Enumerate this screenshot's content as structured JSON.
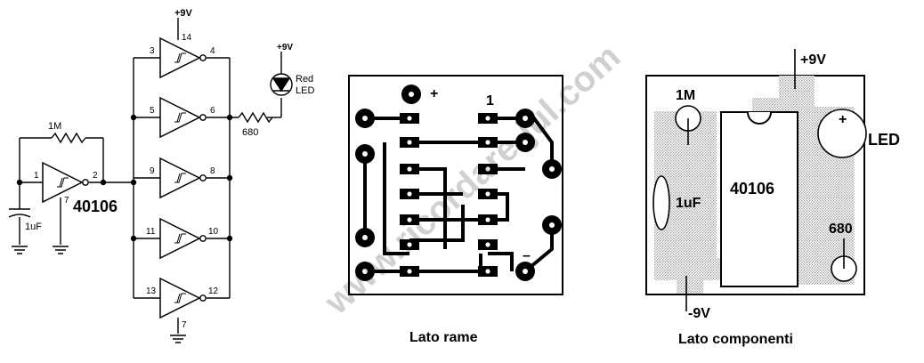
{
  "schematic": {
    "supply_top": "+9V",
    "supply_led": "+9V",
    "resistor_feedback": "1M",
    "resistor_led": "680",
    "capacitor": "1uF",
    "ic_label": "40106",
    "led_label_line1": "Red",
    "led_label_line2": "LED",
    "pins": {
      "p1": "1",
      "p2": "2",
      "p7a": "7",
      "p3": "3",
      "p4": "4",
      "p5": "5",
      "p6": "6",
      "p9": "9",
      "p8": "8",
      "p11": "11",
      "p10": "10",
      "p13": "13",
      "p12": "12",
      "p14": "14",
      "p7b": "7"
    }
  },
  "copper_side": {
    "caption": "Lato rame",
    "plus": "+",
    "minus": "–",
    "pin1": "1"
  },
  "component_side": {
    "caption": "Lato componenti",
    "supply_pos": "+9V",
    "supply_neg": "-9V",
    "r1": "1M",
    "c1": "1uF",
    "ic": "40106",
    "led": "LED",
    "led_plus": "+",
    "r2": "680"
  },
  "watermark": "www.ricordare-jul.com",
  "colors": {
    "ink": "#000000",
    "stipple": "#bdbdbd"
  }
}
